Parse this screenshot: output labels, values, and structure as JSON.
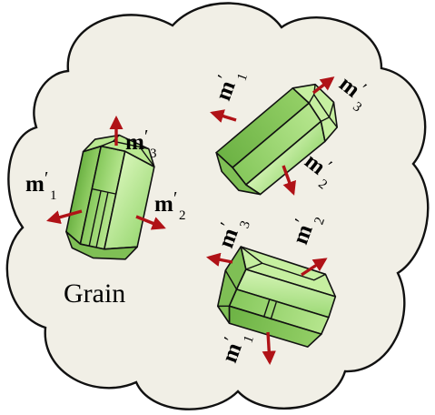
{
  "caption": "Grain",
  "colors": {
    "cloud_fill": "#f1efe6",
    "cloud_stroke": "#111111",
    "crystal_light": "#c3eba0",
    "crystal_mid": "#93d36a",
    "crystal_dark": "#6fb847",
    "arrow": "#b01217"
  },
  "grains": [
    {
      "name": "left",
      "vectors": [
        {
          "base": "m",
          "prime": "′",
          "sub": "3"
        },
        {
          "base": "m",
          "prime": "′",
          "sub": "1"
        },
        {
          "base": "m",
          "prime": "′",
          "sub": "2"
        }
      ]
    },
    {
      "name": "top-right",
      "vectors": [
        {
          "base": "m",
          "prime": "′",
          "sub": "1"
        },
        {
          "base": "m",
          "prime": "′",
          "sub": "3"
        },
        {
          "base": "m",
          "prime": "′",
          "sub": "2"
        }
      ]
    },
    {
      "name": "bottom-right",
      "vectors": [
        {
          "base": "m",
          "prime": "′",
          "sub": "3"
        },
        {
          "base": "m",
          "prime": "′",
          "sub": "2"
        },
        {
          "base": "m",
          "prime": "′",
          "sub": "1"
        }
      ]
    }
  ]
}
